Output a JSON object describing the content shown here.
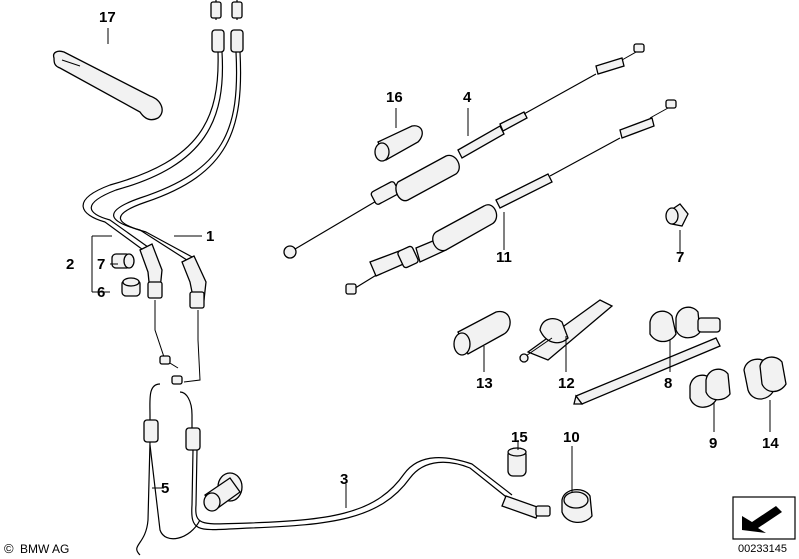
{
  "labels": {
    "p1": "1",
    "p2": "2",
    "p3": "3",
    "p4": "4",
    "p5": "5",
    "p6": "6",
    "p7a": "7",
    "p7b": "7",
    "p8": "8",
    "p9": "9",
    "p10": "10",
    "p11": "11",
    "p12": "12",
    "p13": "13",
    "p14": "14",
    "p15": "15",
    "p16": "16",
    "p17": "17"
  },
  "footer": {
    "copyright": "BMW AG",
    "copyright_symbol": "©",
    "diagram_number": "00233145"
  },
  "nav_icon": "arrow-box-icon"
}
